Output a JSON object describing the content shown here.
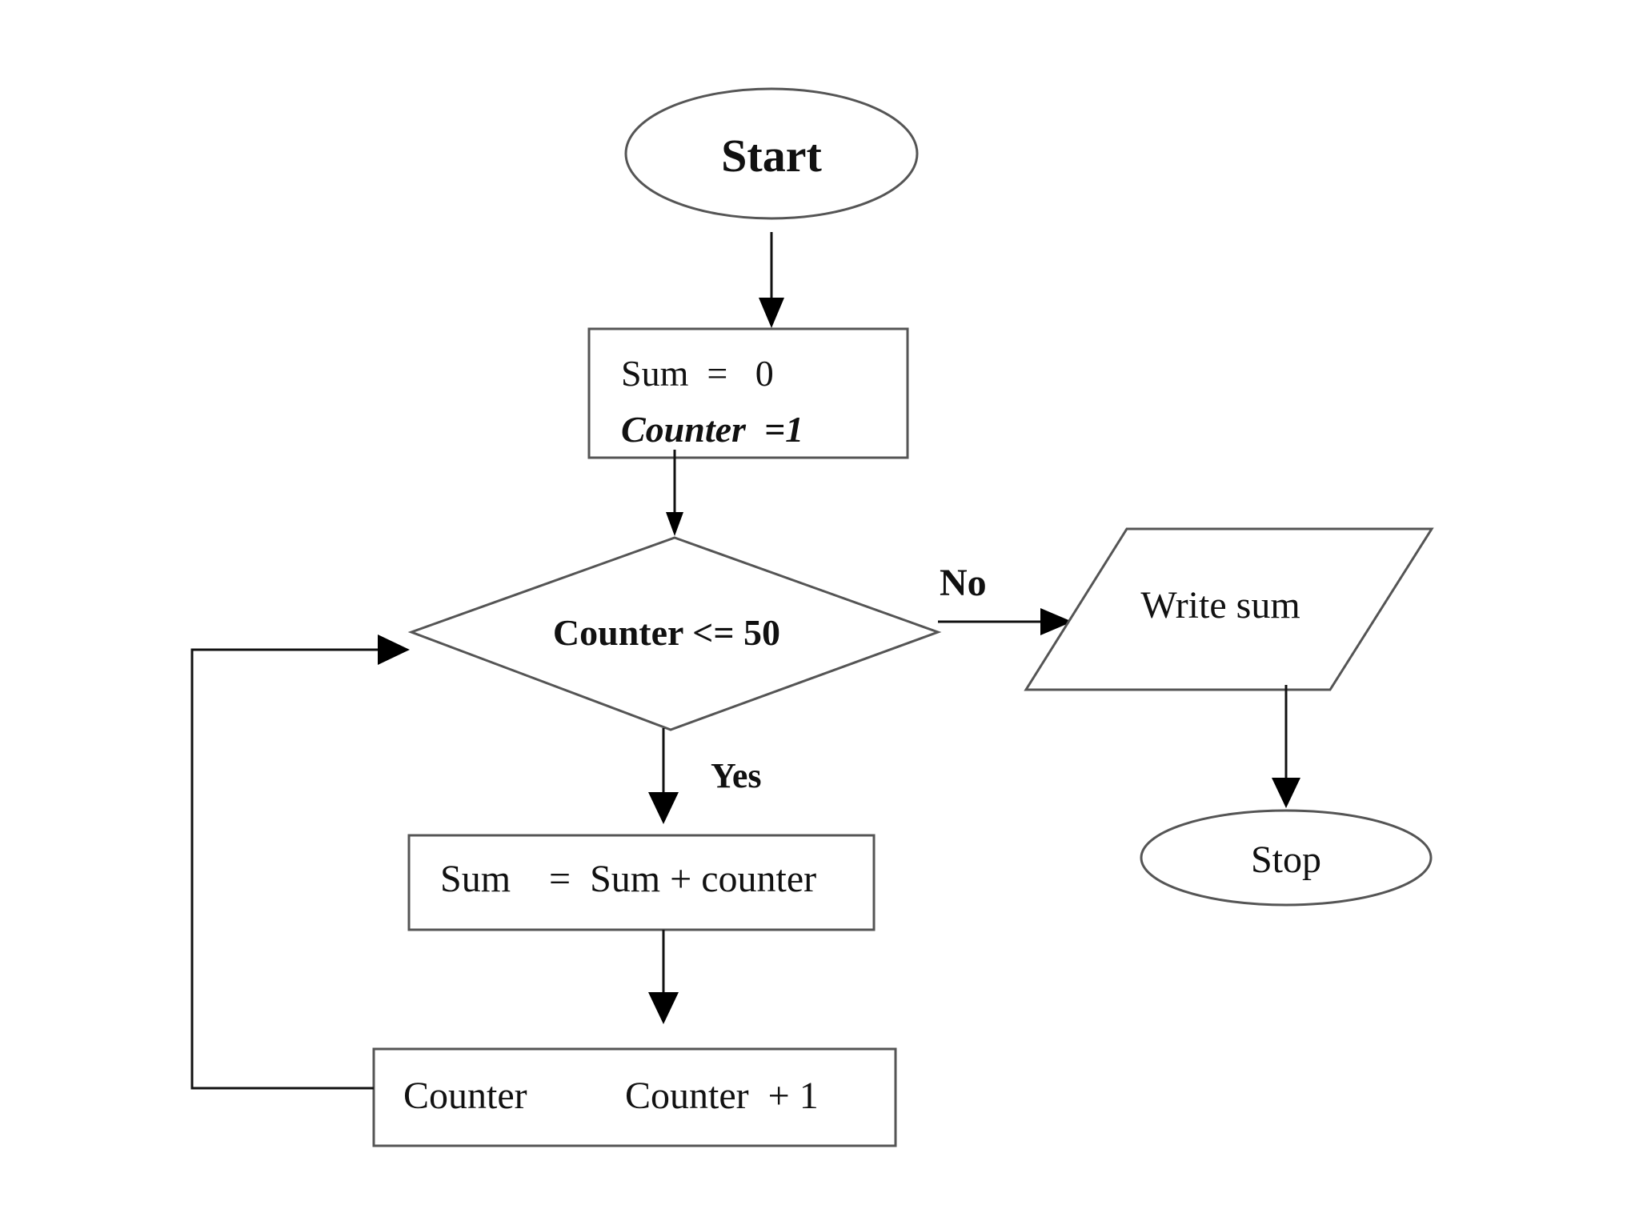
{
  "nodes": {
    "start": "Start",
    "init_line1": "Sum  =   0",
    "init_line2": "Counter  =1",
    "condition": "Counter <= 50",
    "sum_update": "Sum    =  Sum + counter",
    "counter_left": "Counter",
    "counter_right": "Counter  + 1",
    "output": "Write sum",
    "stop": "Stop"
  },
  "edges": {
    "no_label": "No",
    "yes_label": "Yes"
  }
}
